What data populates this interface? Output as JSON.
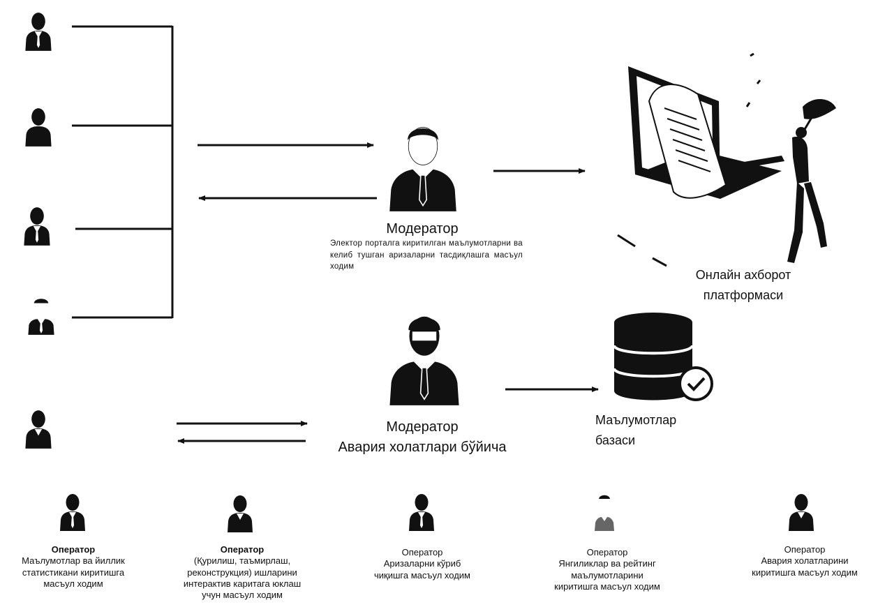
{
  "moderator_top": {
    "title": "Модератор",
    "description": "Электор порталга киритилган маълумотларни ва келиб тушган аризаларни тасдиқлашга масъул ходим"
  },
  "platform": {
    "label_line1": "Онлайн ахборот",
    "label_line2": "платформаси"
  },
  "moderator_bottom": {
    "line1": "Модератор",
    "line2": "Авария холатлари бўйича"
  },
  "database": {
    "label_line1": "Маълумотлар",
    "label_line2": "базаси"
  },
  "operators": [
    {
      "title": "Оператор",
      "lines": [
        "Маълумотлар ва йиллик",
        "статистикани киритишга",
        "масъул ходим"
      ]
    },
    {
      "title": "Оператор",
      "lines": [
        "(Қурилиш, таъмирлаш,",
        "реконструкция) ишларини",
        "интерактив каритага юклаш",
        "учун масъул ходим"
      ]
    },
    {
      "title": "Оператор",
      "lines": [
        "Аризаларни кўриб",
        "чиқишга масъул ходим"
      ]
    },
    {
      "title": "Оператор",
      "lines": [
        "Янгиликлар ва рейтинг",
        "маълумотларини",
        "киритишга масъул ходим"
      ]
    },
    {
      "title": "Оператор",
      "lines": [
        "Авария холатларини",
        "киритишга масъул ходим"
      ]
    }
  ]
}
